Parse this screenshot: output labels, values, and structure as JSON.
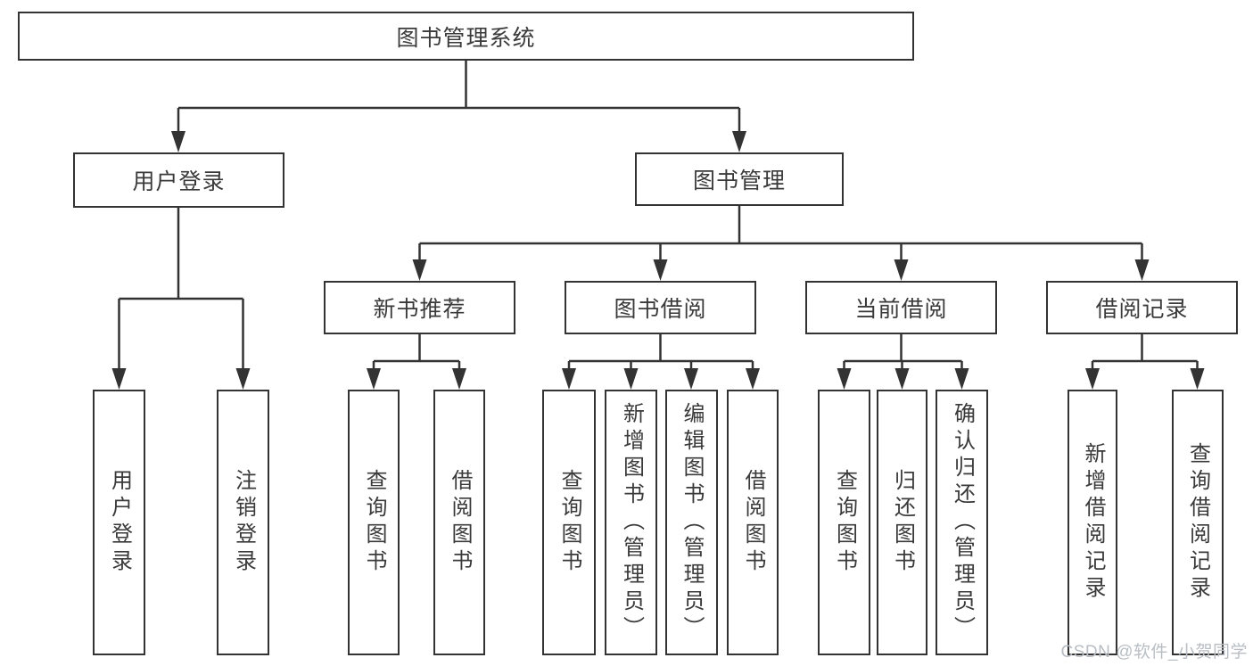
{
  "colors": {
    "line": "#333333",
    "box_border": "#333333",
    "box_fill": "#ffffff",
    "text": "#3a3a3a",
    "watermark": "#b8bec4"
  },
  "tree": {
    "root": {
      "label": "图书管理系统"
    },
    "branches": [
      {
        "label": "用户登录",
        "children": [
          {
            "label": "用户登录"
          },
          {
            "label": "注销登录"
          }
        ]
      },
      {
        "label": "图书管理",
        "children": [
          {
            "label": "新书推荐",
            "children": [
              {
                "label": "查询图书"
              },
              {
                "label": "借阅图书"
              }
            ]
          },
          {
            "label": "图书借阅",
            "children": [
              {
                "label": "查询图书"
              },
              {
                "label": "新增图书（管理员）"
              },
              {
                "label": "编辑图书（管理员）"
              },
              {
                "label": "借阅图书"
              }
            ]
          },
          {
            "label": "当前借阅",
            "children": [
              {
                "label": "查询图书"
              },
              {
                "label": "归还图书"
              },
              {
                "label": "确认归还（管理员）"
              }
            ]
          },
          {
            "label": "借阅记录",
            "children": [
              {
                "label": "新增借阅记录"
              },
              {
                "label": "查询借阅记录"
              }
            ]
          }
        ]
      }
    ]
  },
  "watermark": {
    "text": "CSDN @软件_小贺同学"
  }
}
